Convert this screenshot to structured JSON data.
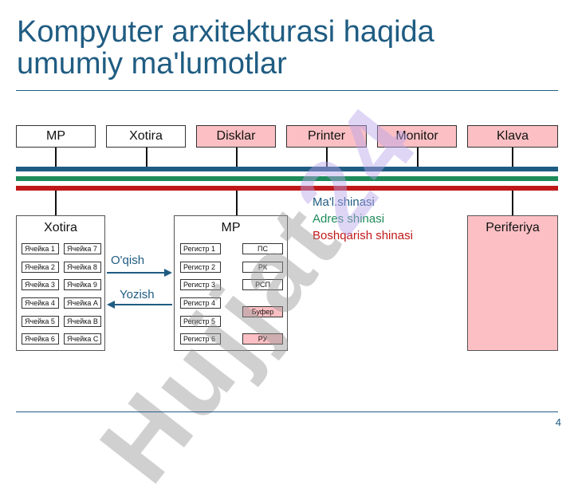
{
  "title": {
    "line1": "Kompyuter arxitekturasi haqida",
    "line2": "umumiy ma'lumotlar"
  },
  "top_units": [
    "MP",
    "Xotira",
    "Disklar",
    "Printer",
    "Monitor",
    "Klava"
  ],
  "buses": {
    "legend": [
      "Ma'l.shinasi",
      "Adres shinasi",
      "Boshqarish shinasi"
    ],
    "colors": [
      "#1f5c82",
      "#1e8c5a",
      "#c01818"
    ]
  },
  "memory": {
    "title": "Xotira",
    "cells_left": [
      "Ячейка 1",
      "Ячейка 2",
      "Ячейка 3",
      "Ячейка 4",
      "Ячейка 5",
      "Ячейка 6"
    ],
    "cells_right": [
      "Ячейка 7",
      "Ячейка 8",
      "Ячейка 9",
      "Ячейка A",
      "Ячейка B",
      "Ячейка C"
    ]
  },
  "cpu": {
    "title": "MP",
    "registers": [
      "Регистр 1",
      "Регистр 2",
      "Регистр 3",
      "Регистр 4",
      "Регистр 5",
      "Регистр 6"
    ],
    "special": [
      "ПС",
      "РК",
      "РСП",
      "Буфер",
      "РУ"
    ]
  },
  "peripheral": {
    "title": "Periferiya"
  },
  "arrows": {
    "read": "O'qish",
    "write": "Yozish"
  },
  "watermark": {
    "part1": "Hujjat",
    "part2": "24"
  },
  "page_number": "4"
}
